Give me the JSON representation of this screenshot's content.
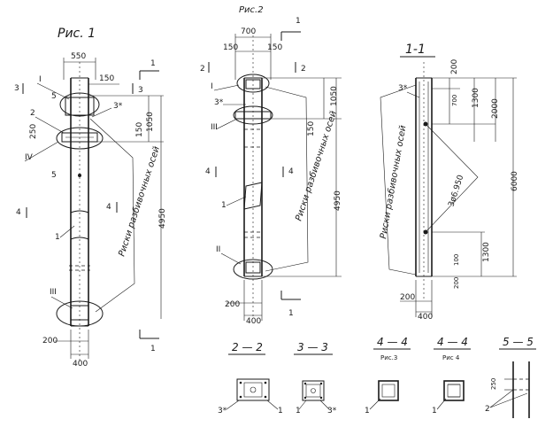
{
  "titles": {
    "fig1": "Рис. 1",
    "fig2": "Рис.2",
    "sec11": "1-1",
    "sec22": "2 — 2",
    "sec33": "3 — 3",
    "sec44a": "4 — 4",
    "sec44a_sub": "Рис.3",
    "sec44b": "4 — 4",
    "sec44b_sub": "Рис 4",
    "sec55": "5 — 5"
  },
  "labels": {
    "risks": "Риски разбивочных осей",
    "risks2": "Риски разбивочных осей",
    "risks3": "Риски разбивочных осей"
  },
  "dims": {
    "d550": "550",
    "d150a": "150",
    "d150b": "150",
    "d1050": "1050",
    "d4950": "4950",
    "d200": "200",
    "d400": "400",
    "d250": "250",
    "d700": "700",
    "d150c": "150",
    "d150d": "150",
    "d1050b": "1050",
    "d150e": "150",
    "d4950b": "4950",
    "d200b": "200",
    "d400b": "400",
    "d200c": "200",
    "d700b": "700",
    "d1300": "1300",
    "d2000": "2000",
    "d6000": "6000",
    "d3450": "3ø6.950",
    "d100": "100",
    "d1300b": "1300",
    "d200d": "200",
    "d200e": "200",
    "d400c": "400",
    "d250b": "250"
  },
  "marks": {
    "one": "1",
    "two": "2",
    "three": "3",
    "four": "4",
    "five": "5",
    "three_star": "3*",
    "roman1": "I",
    "roman2": "II",
    "roman3": "III",
    "roman4": "IV"
  }
}
